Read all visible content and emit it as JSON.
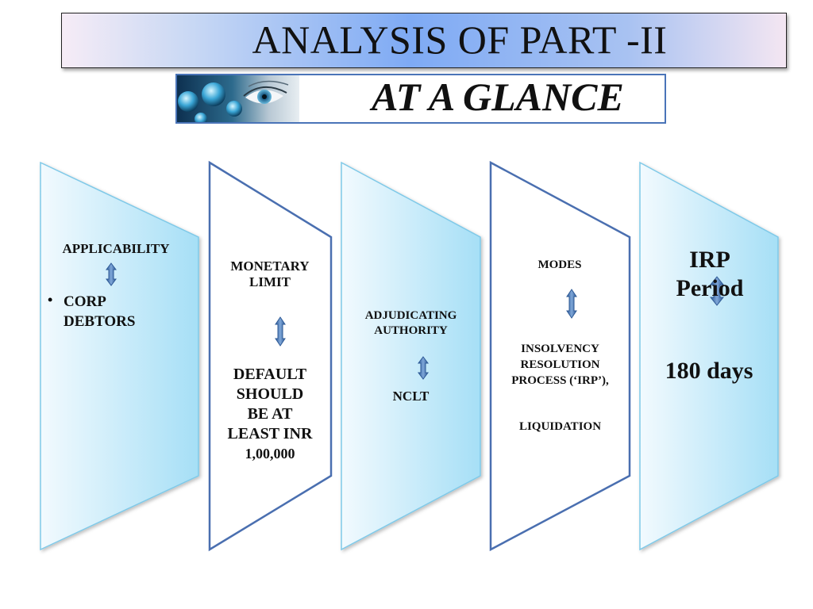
{
  "header": {
    "title": "ANALYSIS OF PART -II",
    "subtitle": "AT A GLANCE",
    "banner_image": "eye-with-globes-photo"
  },
  "columns": [
    {
      "heading": "APPLICABILITY",
      "bullet": "•",
      "items": [
        "CORP",
        "DEBTORS"
      ]
    },
    {
      "heading": "MONETARY LIMIT",
      "value_lines": [
        "DEFAULT",
        "SHOULD",
        "BE AT",
        "LEAST INR",
        "1,00,000"
      ]
    },
    {
      "heading": "ADJUDICATING AUTHORITY",
      "value": "NCLT"
    },
    {
      "heading": "MODES",
      "value_lines": [
        "INSOLVENCY",
        "RESOLUTION",
        "PROCESS (‘IRP’),"
      ],
      "value2": "LIQUIDATION"
    },
    {
      "heading_lines": [
        "IRP",
        "Period"
      ],
      "value": "180 days"
    }
  ],
  "colors": {
    "panel_fill_light": "#f2fafe",
    "panel_fill_dark": "#a6dff6",
    "panel_border_light": "#7fc9e8",
    "panel_border_dark": "#4a6fb0",
    "arrow_fill": "#4f7cb8"
  },
  "icons": [
    "double-arrow-icon"
  ]
}
